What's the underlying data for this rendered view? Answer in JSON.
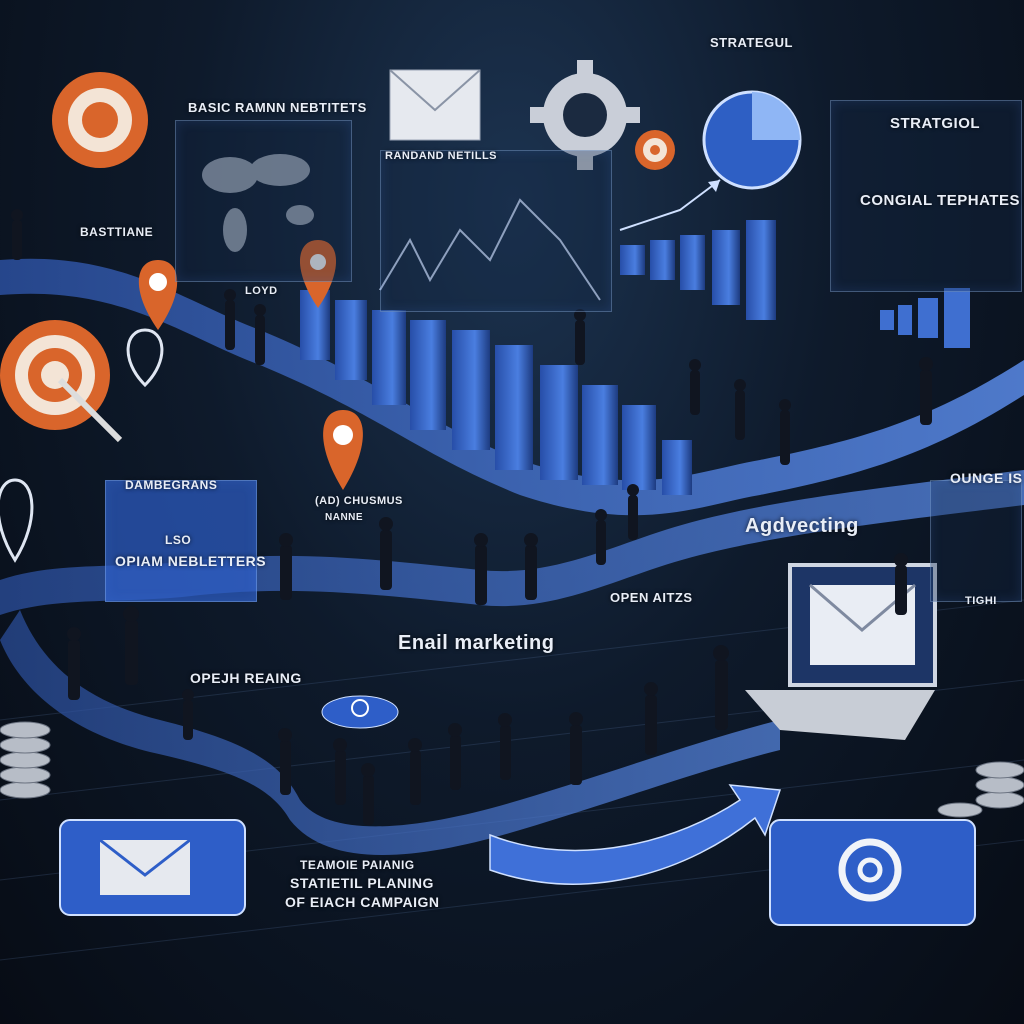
{
  "labels": {
    "basic_top": "BASIC RAMNN NEBTITETS",
    "strategul": "STRATEGUL",
    "strategiol": "STRATGIOL",
    "original_templates": "CONGIAL TEPHATES",
    "bastiane": "BASTTIANE",
    "loyd": "LOYD",
    "randand_netills": "RANDAND NETILLS",
    "dambegrans": "DAMBEGRANS",
    "open_newsletters_top": "LSO",
    "open_newsletters": "OPIAM NEBLETTERS",
    "and_chusmus": "(AD) CHUSMUS",
    "addmord": "NANNE",
    "agdvecting": "Agdvecting",
    "open_aitzs": "OPEN AITZS",
    "email_marketing": "Enail marketing",
    "open_reaing": "OPEJH REAING",
    "ounge_is": "OUNGE IS",
    "tigh": "TIGHI",
    "bottom_line1": "TEAMOIE PAIANIG",
    "bottom_line2": "STATIETIL PLANING",
    "bottom_line3": "OF EIACH CAMPAIGN"
  },
  "colors": {
    "accent_blue": "#3b6fd6",
    "target_orange": "#d9652b",
    "path_blue": "#4c7fe0",
    "panel_line": "#9fc4ff"
  }
}
